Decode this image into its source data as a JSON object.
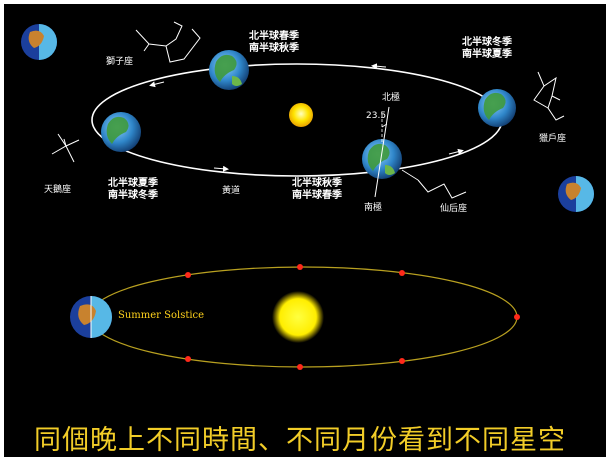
{
  "seasons": {
    "top": {
      "north": "北半球春季",
      "south": "南半球秋季"
    },
    "right": {
      "north": "北半球冬季",
      "south": "南半球夏季"
    },
    "left": {
      "north": "北半球夏季",
      "south": "南半球冬季"
    },
    "bottom": {
      "north": "北半球秋季",
      "south": "南半球春季"
    }
  },
  "constellations": {
    "leo": "獅子座",
    "orion": "獵戶座",
    "cygnus": "天鵝座",
    "cassiopeia": "仙后座"
  },
  "axis": {
    "north_pole": "北極",
    "south_pole": "南極",
    "tilt": "23.5"
  },
  "ecliptic": "黃道",
  "lower_orbit": {
    "label": "Summer Solstice",
    "marker_color": "#ff2a1a",
    "orbit_color": "#b8a020"
  },
  "caption": "同個晚上不同時間、不同月份看到不同星空",
  "colors": {
    "background": "#000000",
    "caption": "#f2cd28",
    "sun": "#ffe400"
  }
}
